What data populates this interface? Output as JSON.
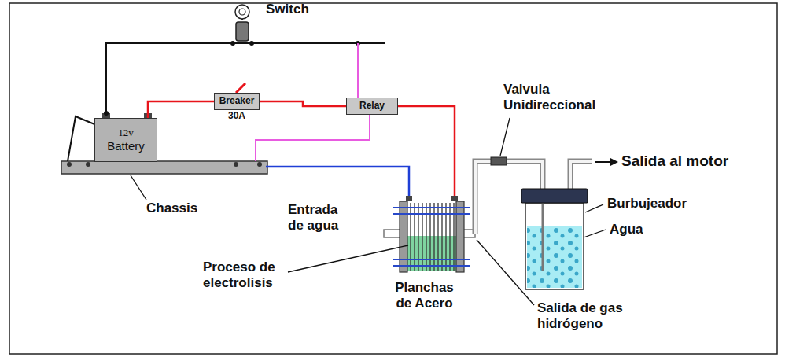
{
  "diagram": {
    "nodes": [
      {
        "text": [
          "12v",
          "Battery"
        ]
      },
      {
        "text": [
          "Breaker",
          "30A"
        ]
      },
      {
        "text": [
          "Relay"
        ]
      }
    ],
    "edges": [
      {
        "from": 0,
        "to": 1,
        "arrow": "none"
      },
      {
        "from": 1,
        "to": 2,
        "arrow": "none"
      }
    ],
    "labels": [
      "Switch",
      "Valvula Unidireccional",
      "Salida al motor",
      "Chassis",
      "Burbujeador",
      "Agua",
      "Entrada de agua",
      "Proceso de electrolisis",
      "Planchas de Acero",
      "Salida de gas hidrógeno"
    ]
  }
}
